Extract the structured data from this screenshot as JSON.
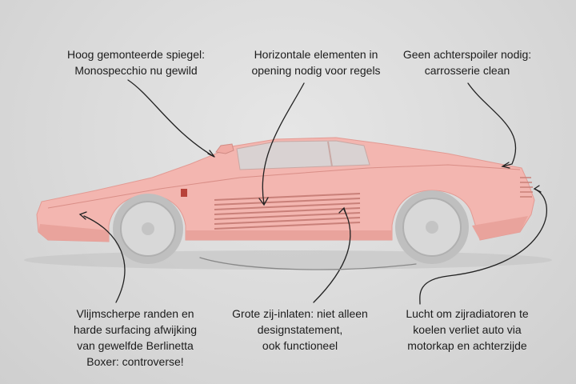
{
  "colors": {
    "background": "#dcdcdc",
    "car_body": "#f3b6b0",
    "car_shadow": "#e79f98",
    "wheel": "#d0d0d0",
    "annotation_line": "#222222",
    "text": "#1c1c1c"
  },
  "annotations": [
    {
      "lines": [
        "Hoog gemonteerde spiegel:",
        "Monospecchio nu gewild"
      ]
    },
    {
      "lines": [
        "Horizontale elementen in",
        "opening nodig voor regels"
      ]
    },
    {
      "lines": [
        "Geen achterspoiler nodig:",
        "carrosserie clean"
      ]
    },
    {
      "lines": [
        "Vlijmscherpe randen en",
        "harde surfacing afwijking",
        "van gewelfde Berlinetta",
        "Boxer: controverse!"
      ]
    },
    {
      "lines": [
        "Grote zij-inlaten: niet alleen",
        "designstatement,",
        "ook functioneel"
      ]
    },
    {
      "lines": [
        "Lucht om zijradiatoren te",
        "koelen verliet auto via",
        "motorkap en achterzijde"
      ]
    }
  ]
}
